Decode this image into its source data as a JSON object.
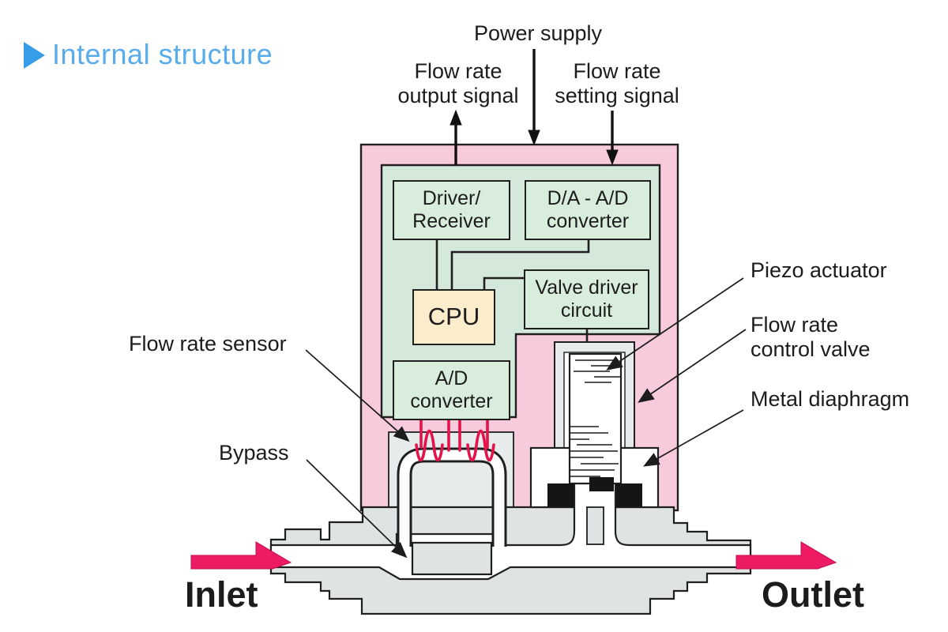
{
  "title": "Internal structure",
  "top_labels": {
    "power_supply": "Power supply",
    "flow_output": "Flow rate\noutput signal",
    "flow_setting": "Flow rate\nsetting signal"
  },
  "blocks": {
    "driver_receiver": "Driver/\nReceiver",
    "da_ad_converter": "D/A - A/D\nconverter",
    "cpu": "CPU",
    "valve_driver": "Valve driver\ncircuit",
    "ad_converter": "A/D\nconverter"
  },
  "part_labels": {
    "flow_rate_sensor": "Flow rate sensor",
    "bypass": "Bypass",
    "piezo_actuator": "Piezo actuator",
    "control_valve": "Flow rate\ncontrol valve",
    "metal_diaphragm": "Metal diaphragm"
  },
  "flow_labels": {
    "inlet": "Inlet",
    "outlet": "Outlet"
  },
  "colors": {
    "title_blue": "#57ace9",
    "enclosure_pink": "#f8cbdc",
    "circuit_green": "#d5e9da",
    "cpu_cream": "#fbeccb",
    "body_gray": "#dfe3e4",
    "sensor_red": "#e6134a",
    "flow_magenta": "#ec1b63",
    "line_black": "#1f1f1f"
  }
}
